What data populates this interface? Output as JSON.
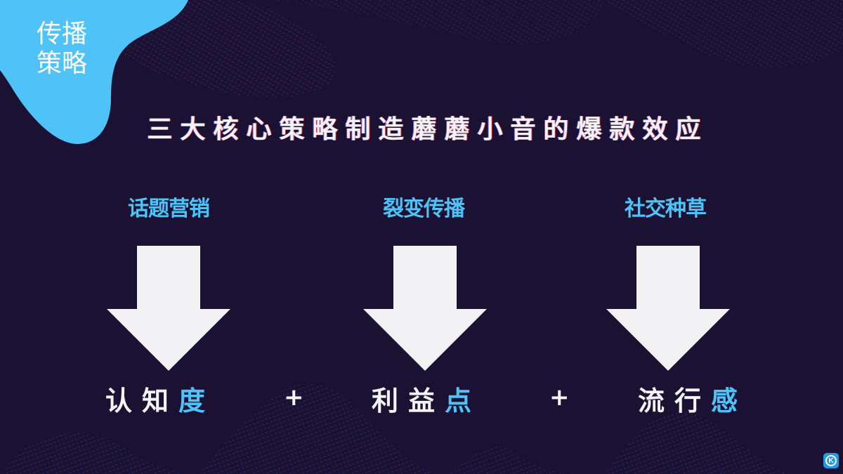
{
  "corner_tag": {
    "line1": "传播",
    "line2": "策略",
    "color": "#4fc3f7"
  },
  "headline": "三大核心策略制造蘑蘑小音的爆款效应",
  "columns": [
    {
      "title": "话题营销",
      "result_plain": "认知",
      "result_highlight": "度"
    },
    {
      "title": "裂变传播",
      "result_plain": "利益",
      "result_highlight": "点"
    },
    {
      "title": "社交种草",
      "result_plain": "流行",
      "result_highlight": "感"
    }
  ],
  "operators": [
    "+",
    "+"
  ],
  "logo": {
    "letter": "K",
    "icon": "k-logo-icon"
  },
  "colors": {
    "background": "#1b1233",
    "accent": "#4fc3f7",
    "text": "#f4f4f6"
  }
}
